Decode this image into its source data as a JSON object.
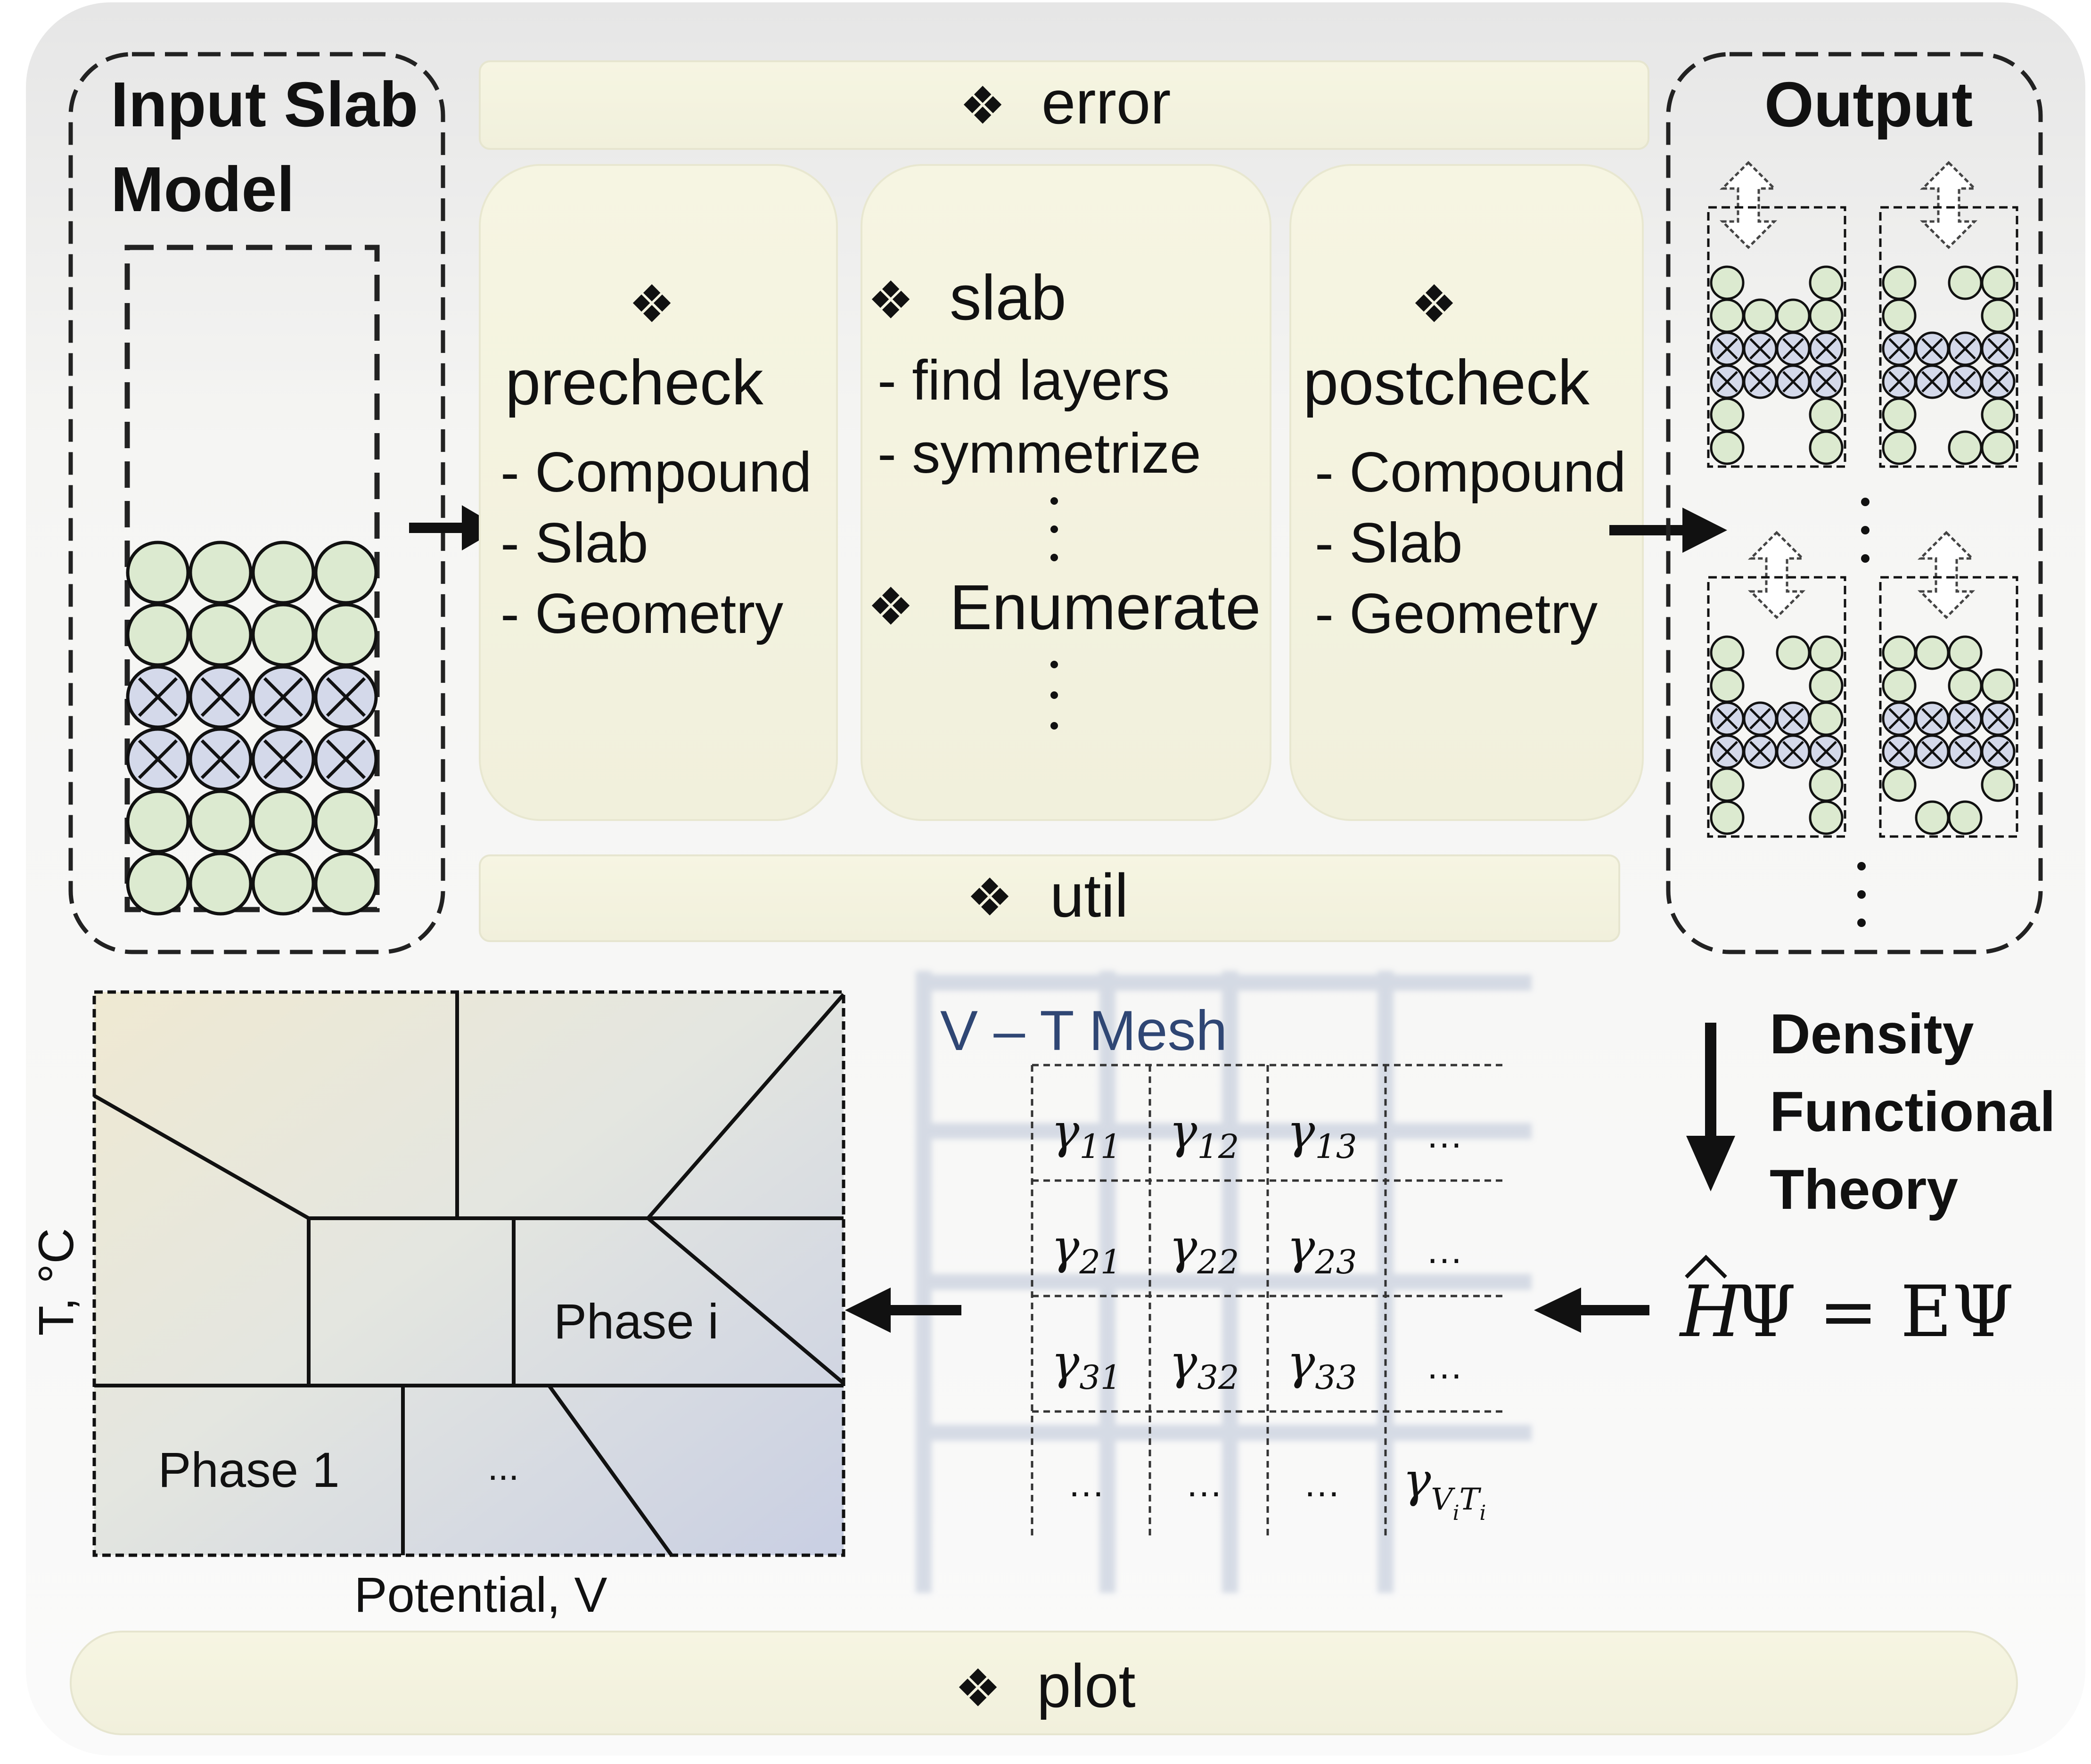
{
  "input": {
    "title_line1": "Input Slab",
    "title_line2": "Model"
  },
  "output": {
    "title": "Output"
  },
  "modules": {
    "error": "error",
    "util": "util",
    "plot": "plot",
    "bullet": "❖"
  },
  "precheck": {
    "title": "precheck",
    "items": [
      "- Compound",
      "- Slab",
      "- Geometry"
    ]
  },
  "slab": {
    "title": "slab",
    "items": [
      "- find layers",
      "- symmetrize"
    ],
    "enumerate": "Enumerate",
    "ellipsis": "⋮"
  },
  "postcheck": {
    "title": "postcheck",
    "items": [
      "- Compound",
      "- Slab",
      "- Geometry"
    ]
  },
  "dft": {
    "line1": "Density",
    "line2": "Functional",
    "line3": "Theory"
  },
  "equation": {
    "h": "H",
    "rest": "Ψ = EΨ"
  },
  "mesh": {
    "title": "V – T Mesh",
    "greek": "γ",
    "rows": [
      [
        "11",
        "12",
        "13",
        "…"
      ],
      [
        "21",
        "22",
        "23",
        "…"
      ],
      [
        "31",
        "32",
        "33",
        "…"
      ],
      [
        "…",
        "…",
        "…",
        "ViTi"
      ]
    ]
  },
  "phase_diagram": {
    "xlabel": "Potential, V",
    "ylabel": "T, °C",
    "phase_i": "Phase i",
    "phase_1": "Phase 1",
    "ellipsis": "..."
  },
  "colors": {
    "panel_fill": "#f4f4ef",
    "module_fill": "#f5f4e0",
    "green_atom": "#dcead0",
    "blue_atom": "#d4d9ea",
    "mesh_text": "#2f4674",
    "phase_left": "#ece9d6",
    "phase_right": "#cfd4e6"
  }
}
